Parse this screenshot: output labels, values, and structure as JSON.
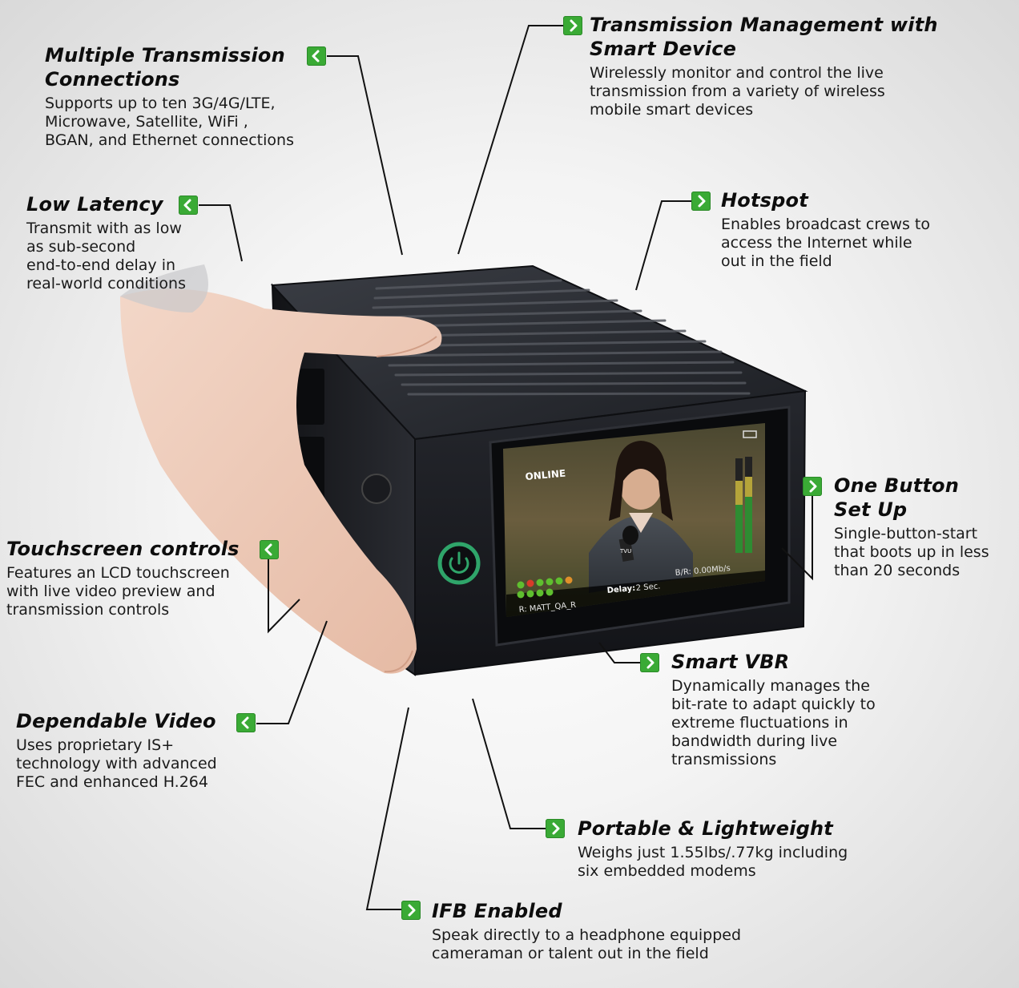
{
  "features": [
    {
      "id": "multiple-transmission",
      "title": "Multiple Transmission Connections",
      "title_lines": [
        "Multiple Transmission",
        "Connections"
      ],
      "desc_lines": [
        "Supports up to ten 3G/4G/LTE,",
        "Microwave, Satellite, WiFi ,",
        "BGAN, and Ethernet connections"
      ]
    },
    {
      "id": "transmission-management",
      "title_lines": [
        "Transmission Management with",
        "Smart Device"
      ],
      "desc_lines": [
        "Wirelessly monitor and control the live",
        "transmission from a variety of wireless",
        "mobile smart devices"
      ]
    },
    {
      "id": "low-latency",
      "title_lines": [
        "Low Latency"
      ],
      "desc_lines": [
        "Transmit with as low",
        "as sub-second",
        "end-to-end delay in",
        "real-world conditions"
      ]
    },
    {
      "id": "hotspot",
      "title_lines": [
        "Hotspot"
      ],
      "desc_lines": [
        "Enables broadcast crews to",
        "access the Internet while",
        "out in the field"
      ]
    },
    {
      "id": "one-button",
      "title_lines": [
        "One Button",
        "Set Up"
      ],
      "desc_lines": [
        "Single-button-start",
        "that boots up in less",
        "than 20 seconds"
      ]
    },
    {
      "id": "touchscreen",
      "title_lines": [
        "Touchscreen controls"
      ],
      "desc_lines": [
        "Features an LCD touchscreen",
        "with live video preview and",
        "transmission controls"
      ]
    },
    {
      "id": "smart-vbr",
      "title_lines": [
        "Smart VBR"
      ],
      "desc_lines": [
        "Dynamically manages the",
        "bit-rate to adapt quickly to",
        "extreme fluctuations in",
        "bandwidth during live",
        "transmissions"
      ]
    },
    {
      "id": "dependable-video",
      "title_lines": [
        "Dependable Video"
      ],
      "desc_lines": [
        "Uses proprietary IS+",
        "technology with advanced",
        "FEC and enhanced H.264"
      ]
    },
    {
      "id": "portable",
      "title_lines": [
        "Portable & Lightweight"
      ],
      "desc_lines": [
        "Weighs just 1.55lbs/.77kg including",
        "six embedded modems"
      ]
    },
    {
      "id": "ifb",
      "title_lines": [
        "IFB Enabled"
      ],
      "desc_lines": [
        "Speak directly to a headphone equipped",
        "cameraman or talent out in the field"
      ]
    }
  ],
  "screen": {
    "status": "ONLINE",
    "receiver": "R: MATT_QA_R",
    "delay_label": "Delay:",
    "delay_value": "2 Sec.",
    "bitrate": "B/R: 0.00Mb/s",
    "mic_logo": "TVU"
  },
  "colors": {
    "badge_green": "#3aaa35",
    "device_body": "#1b1d22",
    "power_ring": "#2fa56a",
    "leader_line": "#111111"
  },
  "icons": {
    "badge_left": "chevron-left-icon",
    "badge_right": "chevron-right-icon",
    "power": "power-icon"
  }
}
